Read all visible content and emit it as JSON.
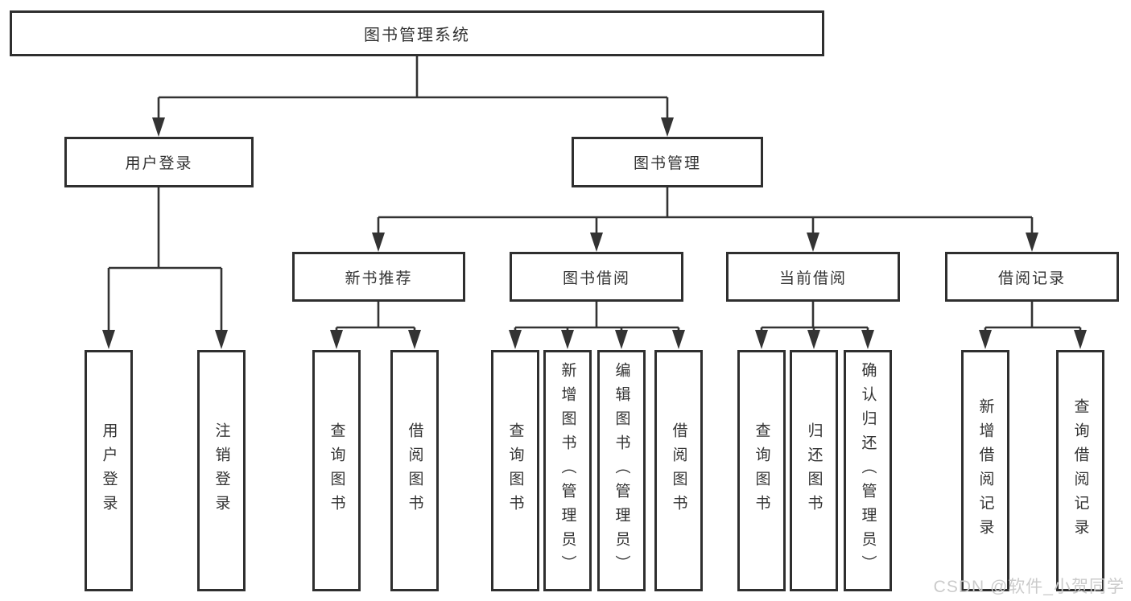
{
  "tree": {
    "root": "图书管理系统",
    "branches": [
      {
        "label": "用户登录",
        "children": [
          "用户登录",
          "注销登录"
        ]
      },
      {
        "label": "图书管理",
        "sections": [
          {
            "label": "新书推荐",
            "children": [
              "查询图书",
              "借阅图书"
            ]
          },
          {
            "label": "图书借阅",
            "children": [
              "查询图书",
              "新增图书（管理员）",
              "编辑图书（管理员）",
              "借阅图书"
            ]
          },
          {
            "label": "当前借阅",
            "children": [
              "查询图书",
              "归还图书",
              "确认归还（管理员）"
            ]
          },
          {
            "label": "借阅记录",
            "children": [
              "新增借阅记录",
              "查询借阅记录"
            ]
          }
        ]
      }
    ]
  },
  "watermark": "CSDN @软件_小贺同学",
  "colors": {
    "line": "#333333",
    "border": "#2f2f2f",
    "text": "#333333",
    "watermark": "#cbcbcb",
    "background": "#ffffff"
  }
}
